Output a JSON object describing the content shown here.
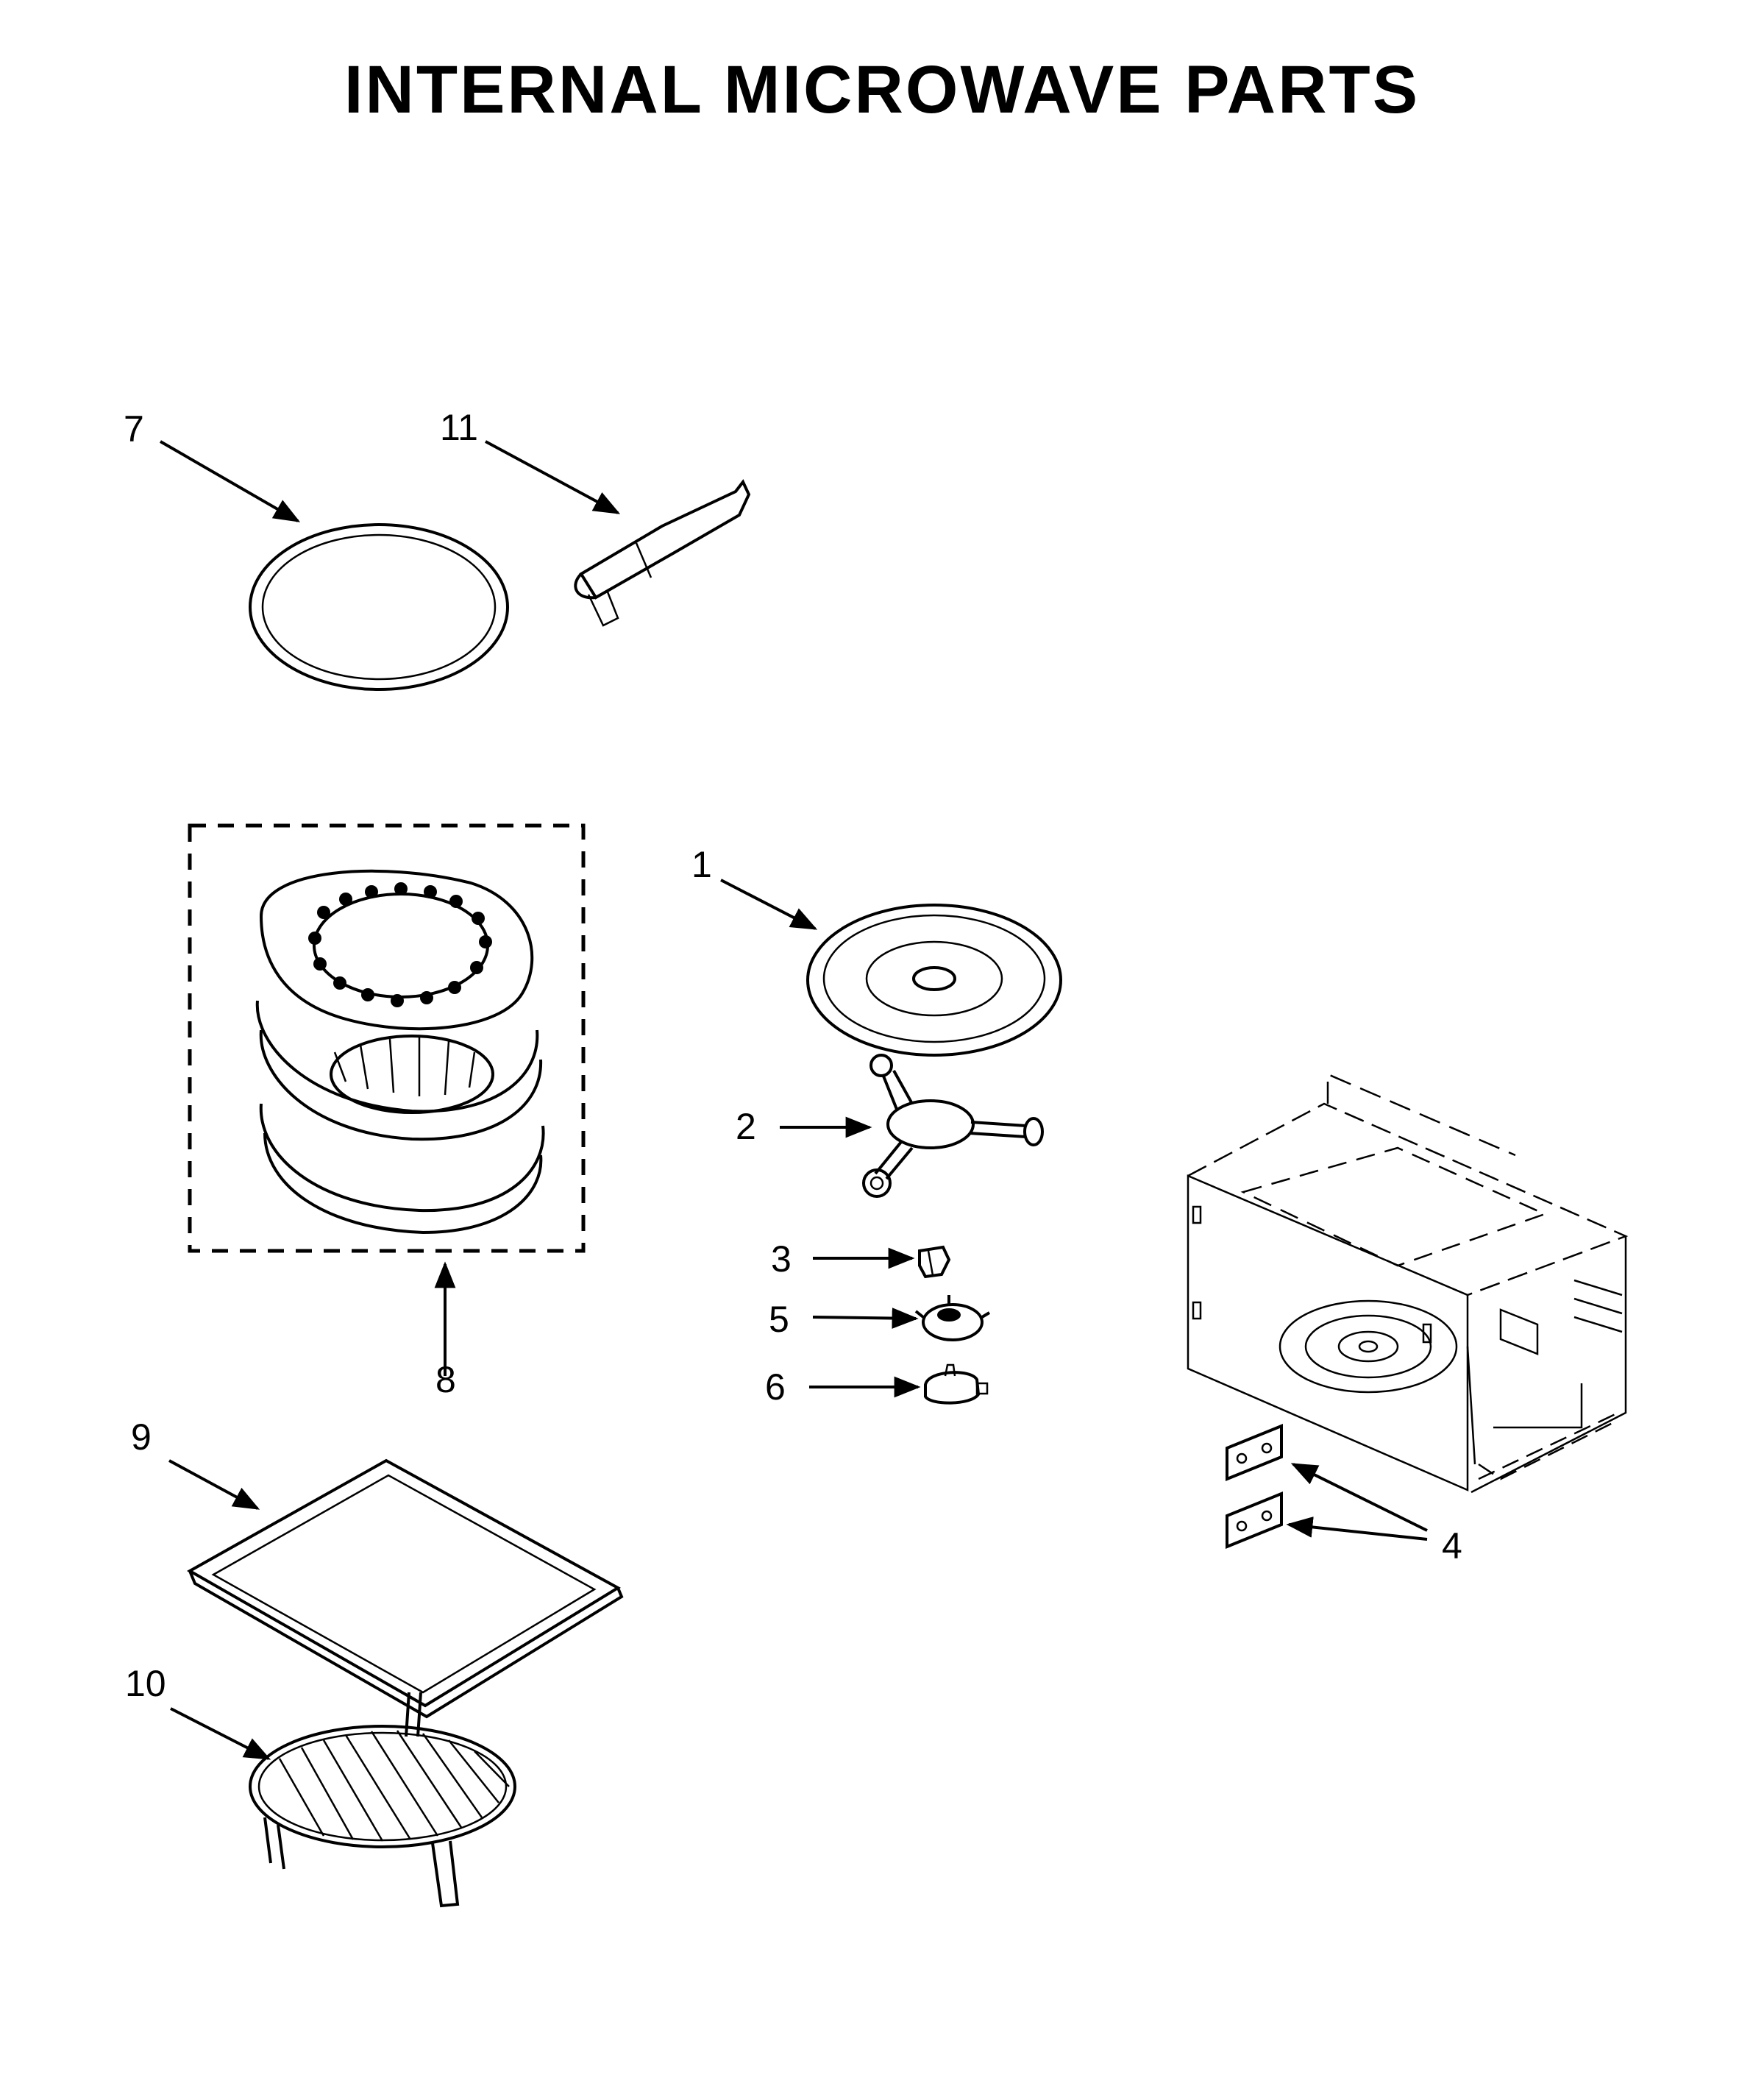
{
  "title": "INTERNAL MICROWAVE PARTS",
  "callouts": [
    "1",
    "2",
    "3",
    "4",
    "5",
    "6",
    "7",
    "8",
    "9",
    "10",
    "11"
  ],
  "colors": {
    "line": "#000000",
    "background": "#ffffff",
    "stipple": "#cfcfcf"
  }
}
